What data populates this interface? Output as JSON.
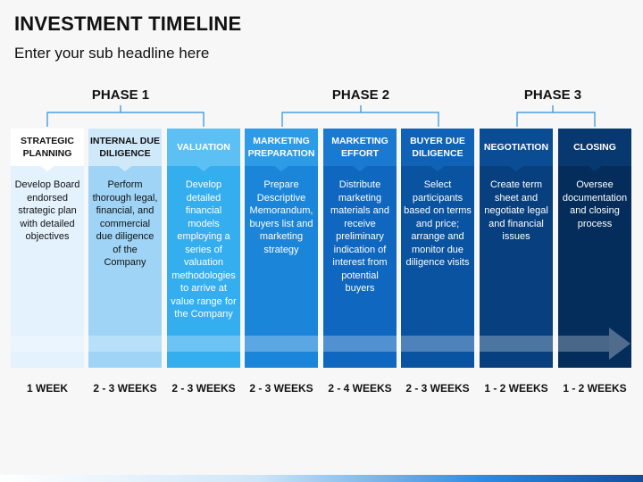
{
  "header": {
    "title": "INVESTMENT TIMELINE",
    "subtitle": "Enter your sub headline here"
  },
  "phases": [
    {
      "label": "PHASE 1"
    },
    {
      "label": "PHASE 2"
    },
    {
      "label": "PHASE 3"
    }
  ],
  "steps": [
    {
      "title": "STRATEGIC PLANNING",
      "body": "Develop Board endorsed strategic plan with detailed objectives",
      "duration": "1 WEEK",
      "head_bg": "#ffffff",
      "head_fg": "#111111",
      "body_bg": "#e3f2fd",
      "body_fg": "#111111"
    },
    {
      "title": "INTERNAL DUE DILIGENCE",
      "body": "Perform thorough legal, financial, and commercial due diligence of the Company",
      "duration": "2 - 3 WEEKS",
      "head_bg": "#cfe9fb",
      "head_fg": "#111111",
      "body_bg": "#9fd4f7",
      "body_fg": "#111111"
    },
    {
      "title": "VALUATION",
      "body": "Develop detailed financial models employing a series of valuation methodologies to arrive at value range for the Company",
      "duration": "2 - 3 WEEKS",
      "head_bg": "#5cc0f5",
      "head_fg": "#ffffff",
      "body_bg": "#35aef0",
      "body_fg": "#ffffff"
    },
    {
      "title": "MARKETING PREPARATION",
      "body": "Prepare Descriptive Memorandum, buyers list and marketing strategy",
      "duration": "2 - 3 WEEKS",
      "head_bg": "#2d9be6",
      "head_fg": "#ffffff",
      "body_bg": "#1b86d9",
      "body_fg": "#ffffff"
    },
    {
      "title": "MARKETING EFFORT",
      "body": "Distribute marketing materials and receive preliminary indication of interest from potential buyers",
      "duration": "2 - 4 WEEKS",
      "head_bg": "#1a7ad2",
      "head_fg": "#ffffff",
      "body_bg": "#0f67bf",
      "body_fg": "#ffffff"
    },
    {
      "title": "BUYER DUE DILIGENCE",
      "body": "Select participants based on terms and price; arrange and monitor due diligence visits",
      "duration": "2 - 3 WEEKS",
      "head_bg": "#0f62b5",
      "head_fg": "#ffffff",
      "body_bg": "#0a53a0",
      "body_fg": "#ffffff"
    },
    {
      "title": "NEGOTIATION",
      "body": "Create term sheet and negotiate legal and financial issues",
      "duration": "1 - 2 WEEKS",
      "head_bg": "#0b4d94",
      "head_fg": "#ffffff",
      "body_bg": "#08407f",
      "body_fg": "#ffffff"
    },
    {
      "title": "CLOSING",
      "body": "Oversee documentation and closing process",
      "duration": "1 - 2 WEEKS",
      "head_bg": "#07386f",
      "head_fg": "#ffffff",
      "body_bg": "#042d5c",
      "body_fg": "#ffffff"
    }
  ],
  "colors": {
    "bracket": "#2a8fd8",
    "arrow_band": "#ffffff"
  }
}
